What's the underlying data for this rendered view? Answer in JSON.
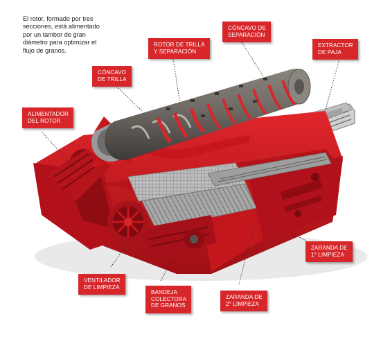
{
  "intro": {
    "lines": [
      "El rotor, formado por tres",
      "secciones, está alimentado",
      "por un tambor de gran",
      "diámetro para optimizar el",
      "flujo de granos."
    ]
  },
  "labels": {
    "alimentador": [
      "ALIMENTADOR",
      "DEL ROTOR"
    ],
    "concavo_trilla": [
      "CÓNCAVO",
      "DE TRILLA"
    ],
    "rotor": [
      "ROTOR DE TRILLA",
      "Y SEPARACIÓN"
    ],
    "concavo_separacion": [
      "CÓNCAVO DE",
      "SEPARACIÓN"
    ],
    "extractor": [
      "EXTRACTOR",
      "DE PAJA"
    ],
    "zaranda_1": [
      "ZARANDA DE",
      "1° LIMPIEZA"
    ],
    "ventilador": [
      "VENTILADOR",
      "DE LIMPIEZA"
    ],
    "bandeja": [
      "BANDEJA",
      "COLECTORA",
      "DE GRANOS"
    ],
    "zaranda_2": [
      "ZARANDA DE",
      "2° LIMPIEZA"
    ]
  },
  "colors": {
    "label_bg": "#d7272b",
    "machine_red": "#c8161d",
    "rotor_grey": "#6e6863"
  }
}
